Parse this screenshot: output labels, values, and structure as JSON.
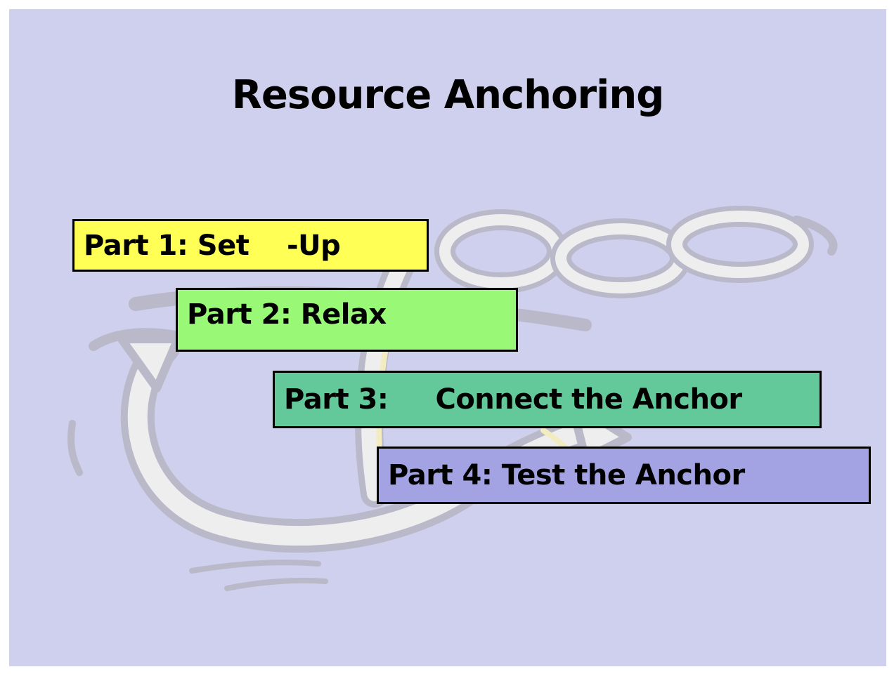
{
  "slide": {
    "title": "Resource Anchoring",
    "background_color": "#cfcfee",
    "background_art": "anchor-with-chain",
    "parts": [
      {
        "label": "Part 1: Set    -Up",
        "color": "#ffff55"
      },
      {
        "label": "Part 2: Relax",
        "color": "#99f977"
      },
      {
        "label": "Part 3:     Connect the Anchor",
        "color": "#63c99a"
      },
      {
        "label": "Part 4: Test the Anchor",
        "color": "#a3a2e3"
      }
    ]
  }
}
